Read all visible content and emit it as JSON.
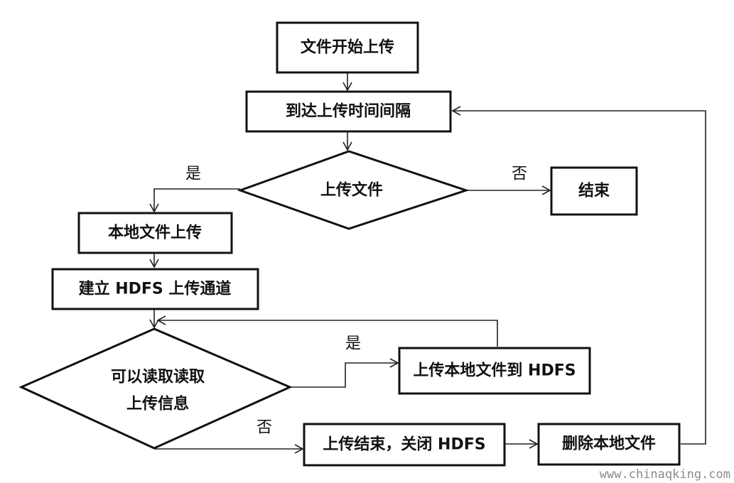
{
  "nodes": {
    "start": "文件开始上传",
    "interval": "到达上传时间间隔",
    "decision_upload": "上传文件",
    "end": "结束",
    "local_upload": "本地文件上传",
    "build_channel": "建立 HDFS 上传通道",
    "decision_read_line1": "可以读取读取",
    "decision_read_line2": "上传信息",
    "upload_to_hdfs": "上传本地文件到 HDFS",
    "upload_end": "上传结束，关闭 HDFS",
    "delete_local": "删除本地文件"
  },
  "edge_labels": {
    "upload_yes": "是",
    "upload_no": "否",
    "read_yes": "是",
    "read_no": "否"
  },
  "watermark": "www.chinaqking.com"
}
